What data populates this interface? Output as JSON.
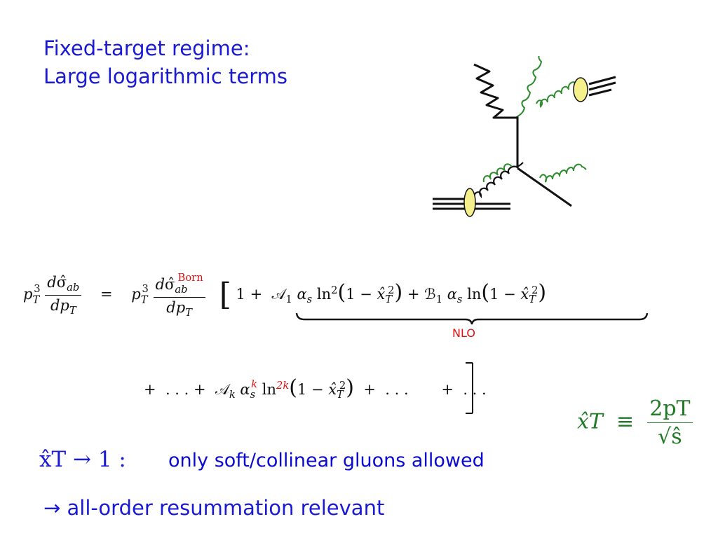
{
  "title": {
    "line1": "Fixed-target regime:",
    "line2": "Large logarithmic terms"
  },
  "formula": {
    "born_superscript": "Born",
    "nlo_label": "NLO",
    "k_power": "k",
    "two_k_power": "2k"
  },
  "xt_definition": {
    "lhs": "x̂T",
    "equiv": "≡",
    "numerator": "2pT",
    "denominator": "√ŝ"
  },
  "limit": {
    "expression": "x̂T → 1 :",
    "text": "only soft/collinear gluons allowed"
  },
  "resummation": {
    "arrow": "→",
    "text": "all-order resummation relevant"
  },
  "colors": {
    "title_blue": "#1a1ad6",
    "text_blue": "#0a0ad0",
    "highlight_red": "#e01010",
    "definition_green": "#1e7a24",
    "gluon_green": "#2e8b2e",
    "hadron_yellow": "#f5ef8c"
  }
}
